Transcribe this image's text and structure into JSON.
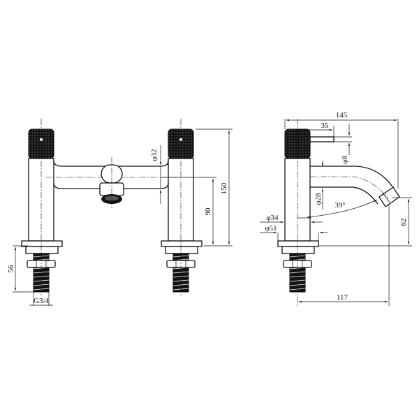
{
  "dimensions": {
    "overall_width": "145",
    "spout_offset": "35",
    "knob_diameter": "φ32",
    "bar_diameter": "φ8",
    "spout_diameter": "φ28",
    "spout_angle": "39°",
    "total_height": "150",
    "spout_height": "90",
    "shank_length": "56",
    "thread": "G3/4",
    "body_diameter": "φ34",
    "base_diameter": "φ51",
    "spout_reach": "117",
    "spout_outlet_height": "62"
  }
}
